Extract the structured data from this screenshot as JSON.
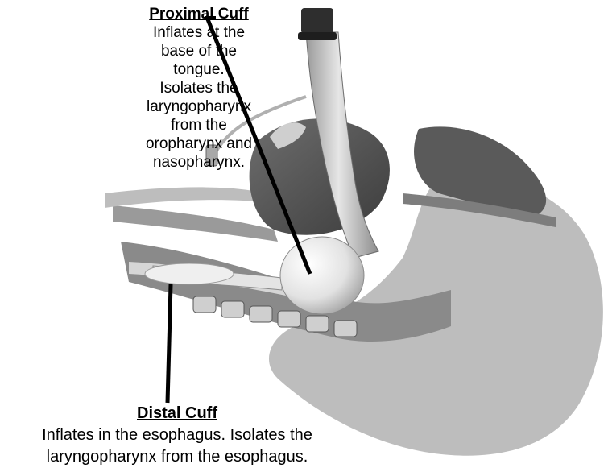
{
  "proximal_cuff": {
    "title": "Proximal Cuff",
    "description_lines": [
      "Inflates at the",
      "base of the",
      "tongue.",
      "Isolates the",
      "laryngopharynx",
      "from the",
      "oropharynx and",
      "nasopharynx."
    ]
  },
  "distal_cuff": {
    "title": "Distal Cuff",
    "description_lines": [
      "Inflates in the esophagus.  Isolates the",
      "laryngopharynx from the esophagus."
    ]
  },
  "colors": {
    "head_shadow": "#bdbdbd",
    "tissue_dark": "#4a4a4a",
    "tissue_mid": "#8a8a8a",
    "tissue_light": "#d6d6d6",
    "tube": "#c9c9c9",
    "cuff": "#e8e8e8",
    "leader_line": "#000000"
  }
}
